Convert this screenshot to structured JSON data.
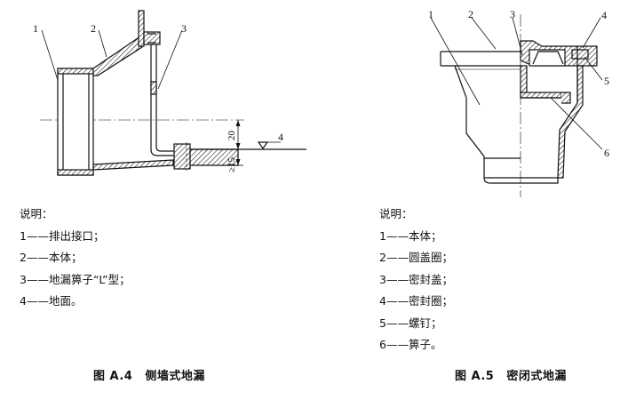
{
  "figure_a4": {
    "callouts": [
      "1",
      "2",
      "3",
      "4"
    ],
    "dimensions": [
      "20",
      "≥15"
    ],
    "legend_title": "说明：",
    "legend_items": [
      "1——排出接口；",
      "2——本体；",
      "3——地漏箅子“L”型；",
      "4——地面。"
    ],
    "caption_number": "图 A.4",
    "caption_title": "侧墙式地漏"
  },
  "figure_a5": {
    "callouts": [
      "1",
      "2",
      "3",
      "4",
      "5",
      "6"
    ],
    "legend_title": "说明：",
    "legend_items": [
      "1——本体；",
      "2——圆盖圈；",
      "3——密封盖；",
      "4——密封圈；",
      "5——螺钉；",
      "6——箅子。"
    ],
    "caption_number": "图 A.5",
    "caption_title": "密闭式地漏"
  }
}
